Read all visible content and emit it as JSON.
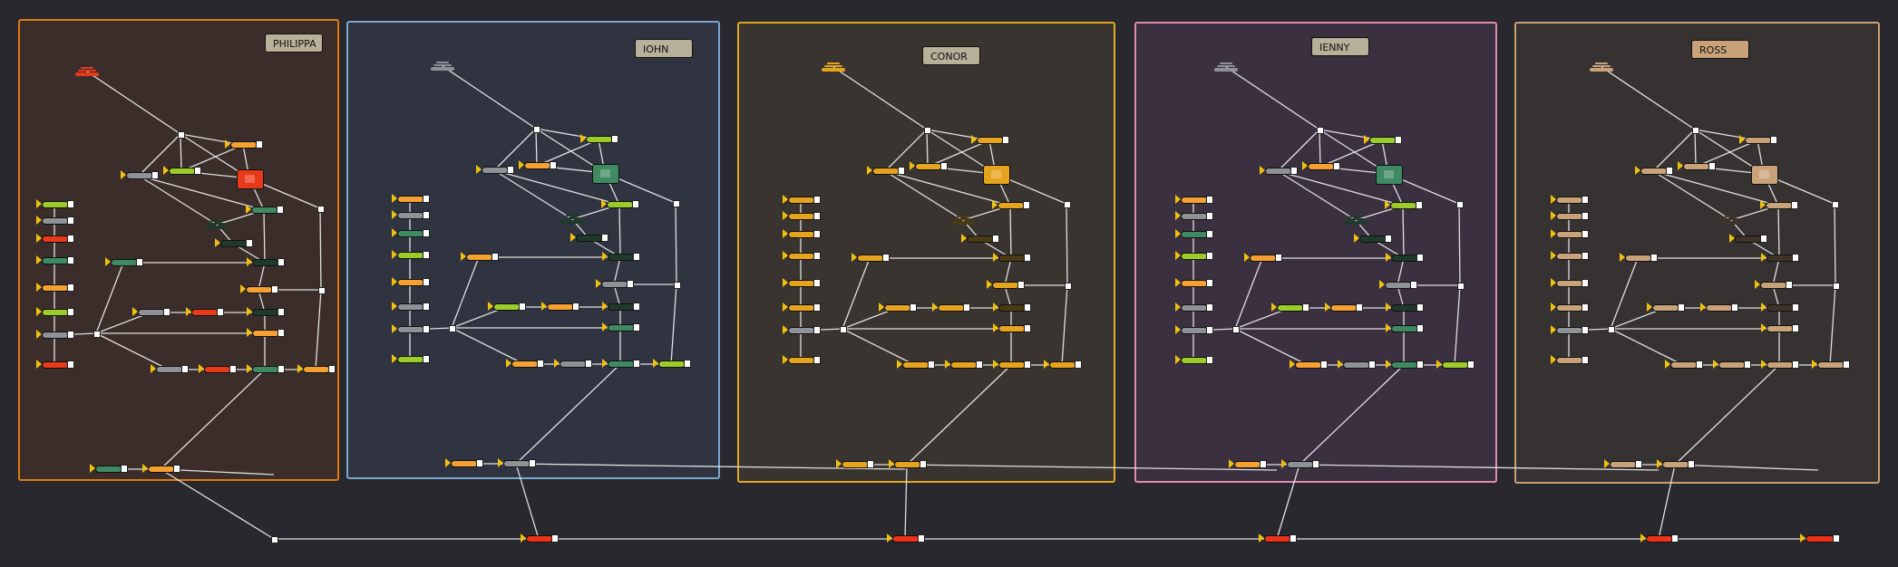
{
  "canvas": {
    "background": "#28282e",
    "wire_color": "#e0e0e0"
  },
  "groups": [
    {
      "name": "PHILIPPA",
      "border": "#e07a10",
      "fill": "#3b2e2a",
      "label_fill": "#b9b09a",
      "palette": [
        "#e8391a",
        "#3f8a62",
        "#f5a030",
        "#9ccc2a",
        "#8e9196"
      ],
      "dark": "#1f3a2a"
    },
    {
      "name": "IOHN",
      "border": "#7aa7d0",
      "fill": "#2f3440",
      "label_fill": "#b9b09a",
      "palette": [
        "#8e9196",
        "#3f8a62",
        "#9ccc2a",
        "#f5a030"
      ],
      "dark": "#1f3a2a"
    },
    {
      "name": "CONOR",
      "border": "#e0a820",
      "fill": "#3a3430",
      "label_fill": "#b9b09a",
      "palette": [
        "#e6a31e"
      ],
      "dark": "#4a3b12"
    },
    {
      "name": "IENNY",
      "border": "#e08ab0",
      "fill": "#3a3040",
      "label_fill": "#b9b09a",
      "palette": [
        "#8e9196",
        "#3f8a62",
        "#9ccc2a",
        "#f5a030"
      ],
      "dark": "#1f3a2a"
    },
    {
      "name": "ROSS",
      "border": "#c8a070",
      "fill": "#363232",
      "label_fill": "#c9a27a",
      "palette": [
        "#c9a27a"
      ],
      "dark": "#3e3428"
    }
  ],
  "merge_chain": {
    "node_color": "#f0311a",
    "nodes": 5
  }
}
